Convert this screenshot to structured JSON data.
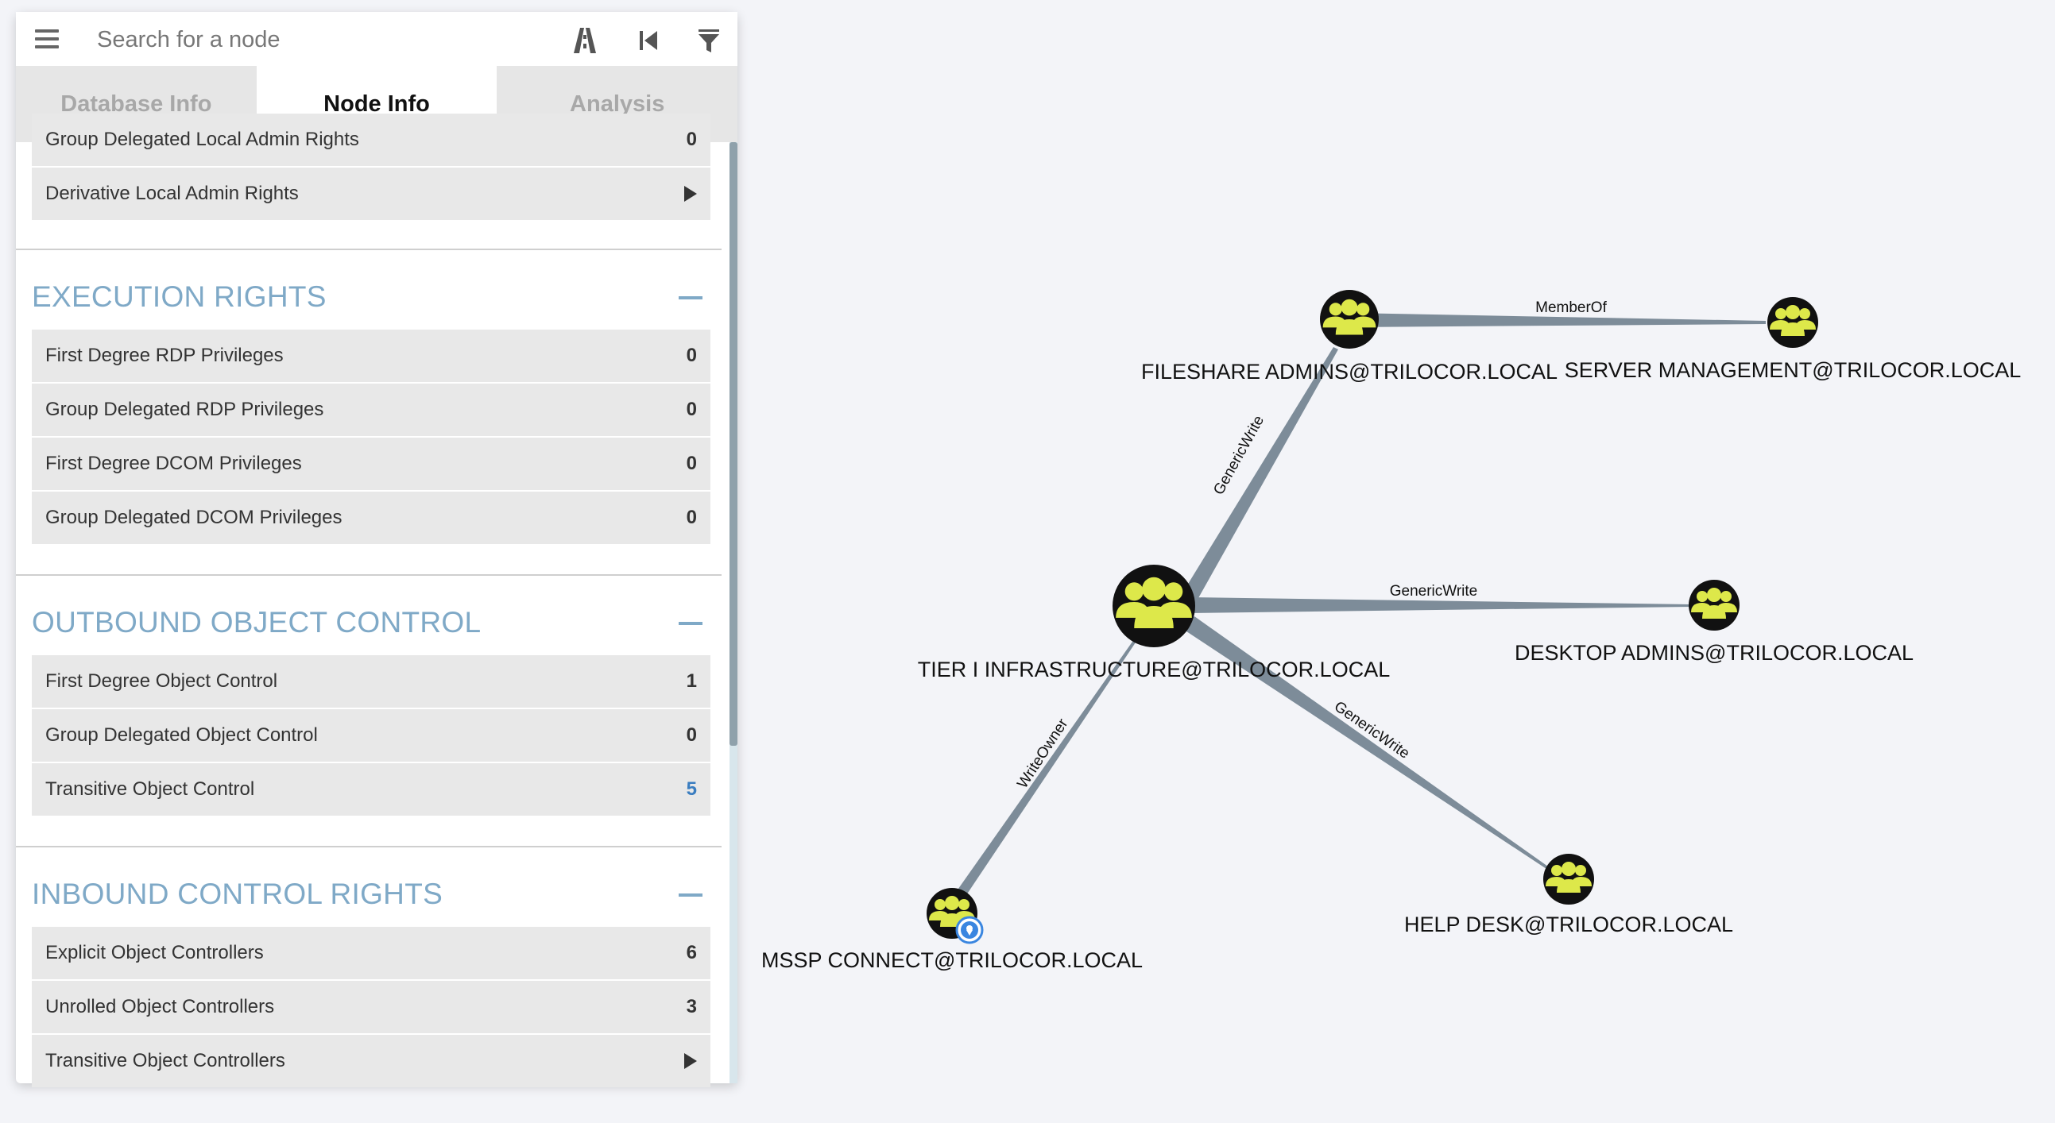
{
  "search": {
    "placeholder": "Search for a node"
  },
  "tabs": [
    {
      "label": "Database Info",
      "active": false
    },
    {
      "label": "Node Info",
      "active": true
    },
    {
      "label": "Analysis",
      "active": false
    }
  ],
  "node_info": {
    "partial_row": {
      "label": "Group Delegated Local Admin Rights",
      "value": "0"
    },
    "derivative_row": {
      "label": "Derivative Local Admin Rights"
    },
    "execution_rights": {
      "title": "EXECUTION RIGHTS",
      "rows": [
        {
          "label": "First Degree RDP Privileges",
          "value": "0"
        },
        {
          "label": "Group Delegated RDP Privileges",
          "value": "0"
        },
        {
          "label": "First Degree DCOM Privileges",
          "value": "0"
        },
        {
          "label": "Group Delegated DCOM Privileges",
          "value": "0"
        }
      ]
    },
    "outbound_object_control": {
      "title": "OUTBOUND OBJECT CONTROL",
      "rows": [
        {
          "label": "First Degree Object Control",
          "value": "1"
        },
        {
          "label": "Group Delegated Object Control",
          "value": "0"
        },
        {
          "label": "Transitive Object Control",
          "value": "5"
        }
      ]
    },
    "inbound_control_rights": {
      "title": "INBOUND CONTROL RIGHTS",
      "rows": [
        {
          "label": "Explicit Object Controllers",
          "value": "6"
        },
        {
          "label": "Unrolled Object Controllers",
          "value": "3"
        },
        {
          "label": "Transitive Object Controllers"
        }
      ]
    }
  },
  "graph": {
    "nodes": {
      "tier1": "TIER I INFRASTRUCTURE@TRILOCOR.LOCAL",
      "fileshare": "FILESHARE ADMINS@TRILOCOR.LOCAL",
      "servermgmt": "SERVER MANAGEMENT@TRILOCOR.LOCAL",
      "desktop": "DESKTOP ADMINS@TRILOCOR.LOCAL",
      "helpdesk": "HELP DESK@TRILOCOR.LOCAL",
      "mssp": "MSSP CONNECT@TRILOCOR.LOCAL"
    },
    "edges": {
      "memberof": "MemberOf",
      "tier1_fileshare": "GenericWrite",
      "tier1_desktop": "GenericWrite",
      "tier1_helpdesk": "GenericWrite",
      "mssp_tier1": "WriteOwner"
    },
    "colors": {
      "node_fill": "#dde84a",
      "node_bg": "#111111",
      "edge": "#7d8c99",
      "owned_marker": "#3a86e0"
    }
  }
}
